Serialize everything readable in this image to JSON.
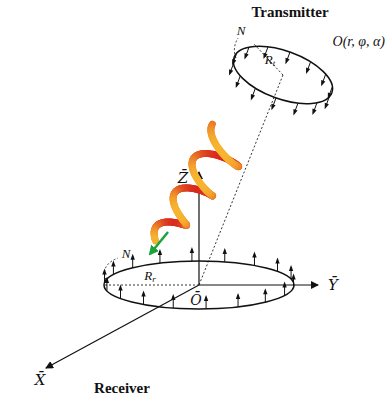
{
  "diagram": {
    "labels": [
      "Transmitter",
      "O(r, φ, α)",
      "N",
      "Rt",
      "Z̄",
      "Ȳ",
      "Ō",
      "N",
      "Rr",
      "X̄",
      "Receiver"
    ]
  }
}
